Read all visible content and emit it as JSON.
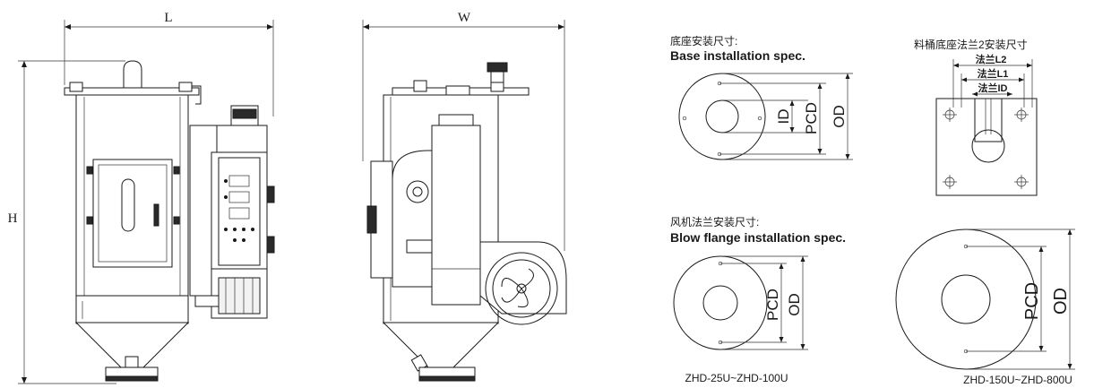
{
  "dims": {
    "length": "L",
    "width": "W",
    "height": "H"
  },
  "base_spec": {
    "title_cn": "底座安装尺寸:",
    "title_en": "Base installation spec.",
    "labels": [
      "ID",
      "PCD",
      "OD"
    ]
  },
  "flange2_spec": {
    "title_cn": "料桶底座法兰2安装尺寸",
    "labels": [
      "法兰L2",
      "法兰L1",
      "法兰ID"
    ]
  },
  "blow_spec": {
    "title_cn": "风机法兰安装尺寸:",
    "title_en": "Blow flange installation  spec.",
    "small": {
      "labels": [
        "PCD",
        "OD"
      ],
      "caption": "ZHD-25U~ZHD-100U"
    },
    "large": {
      "labels": [
        "PCD",
        "OD"
      ],
      "caption": "ZHD-150U~ZHD-800U"
    }
  }
}
